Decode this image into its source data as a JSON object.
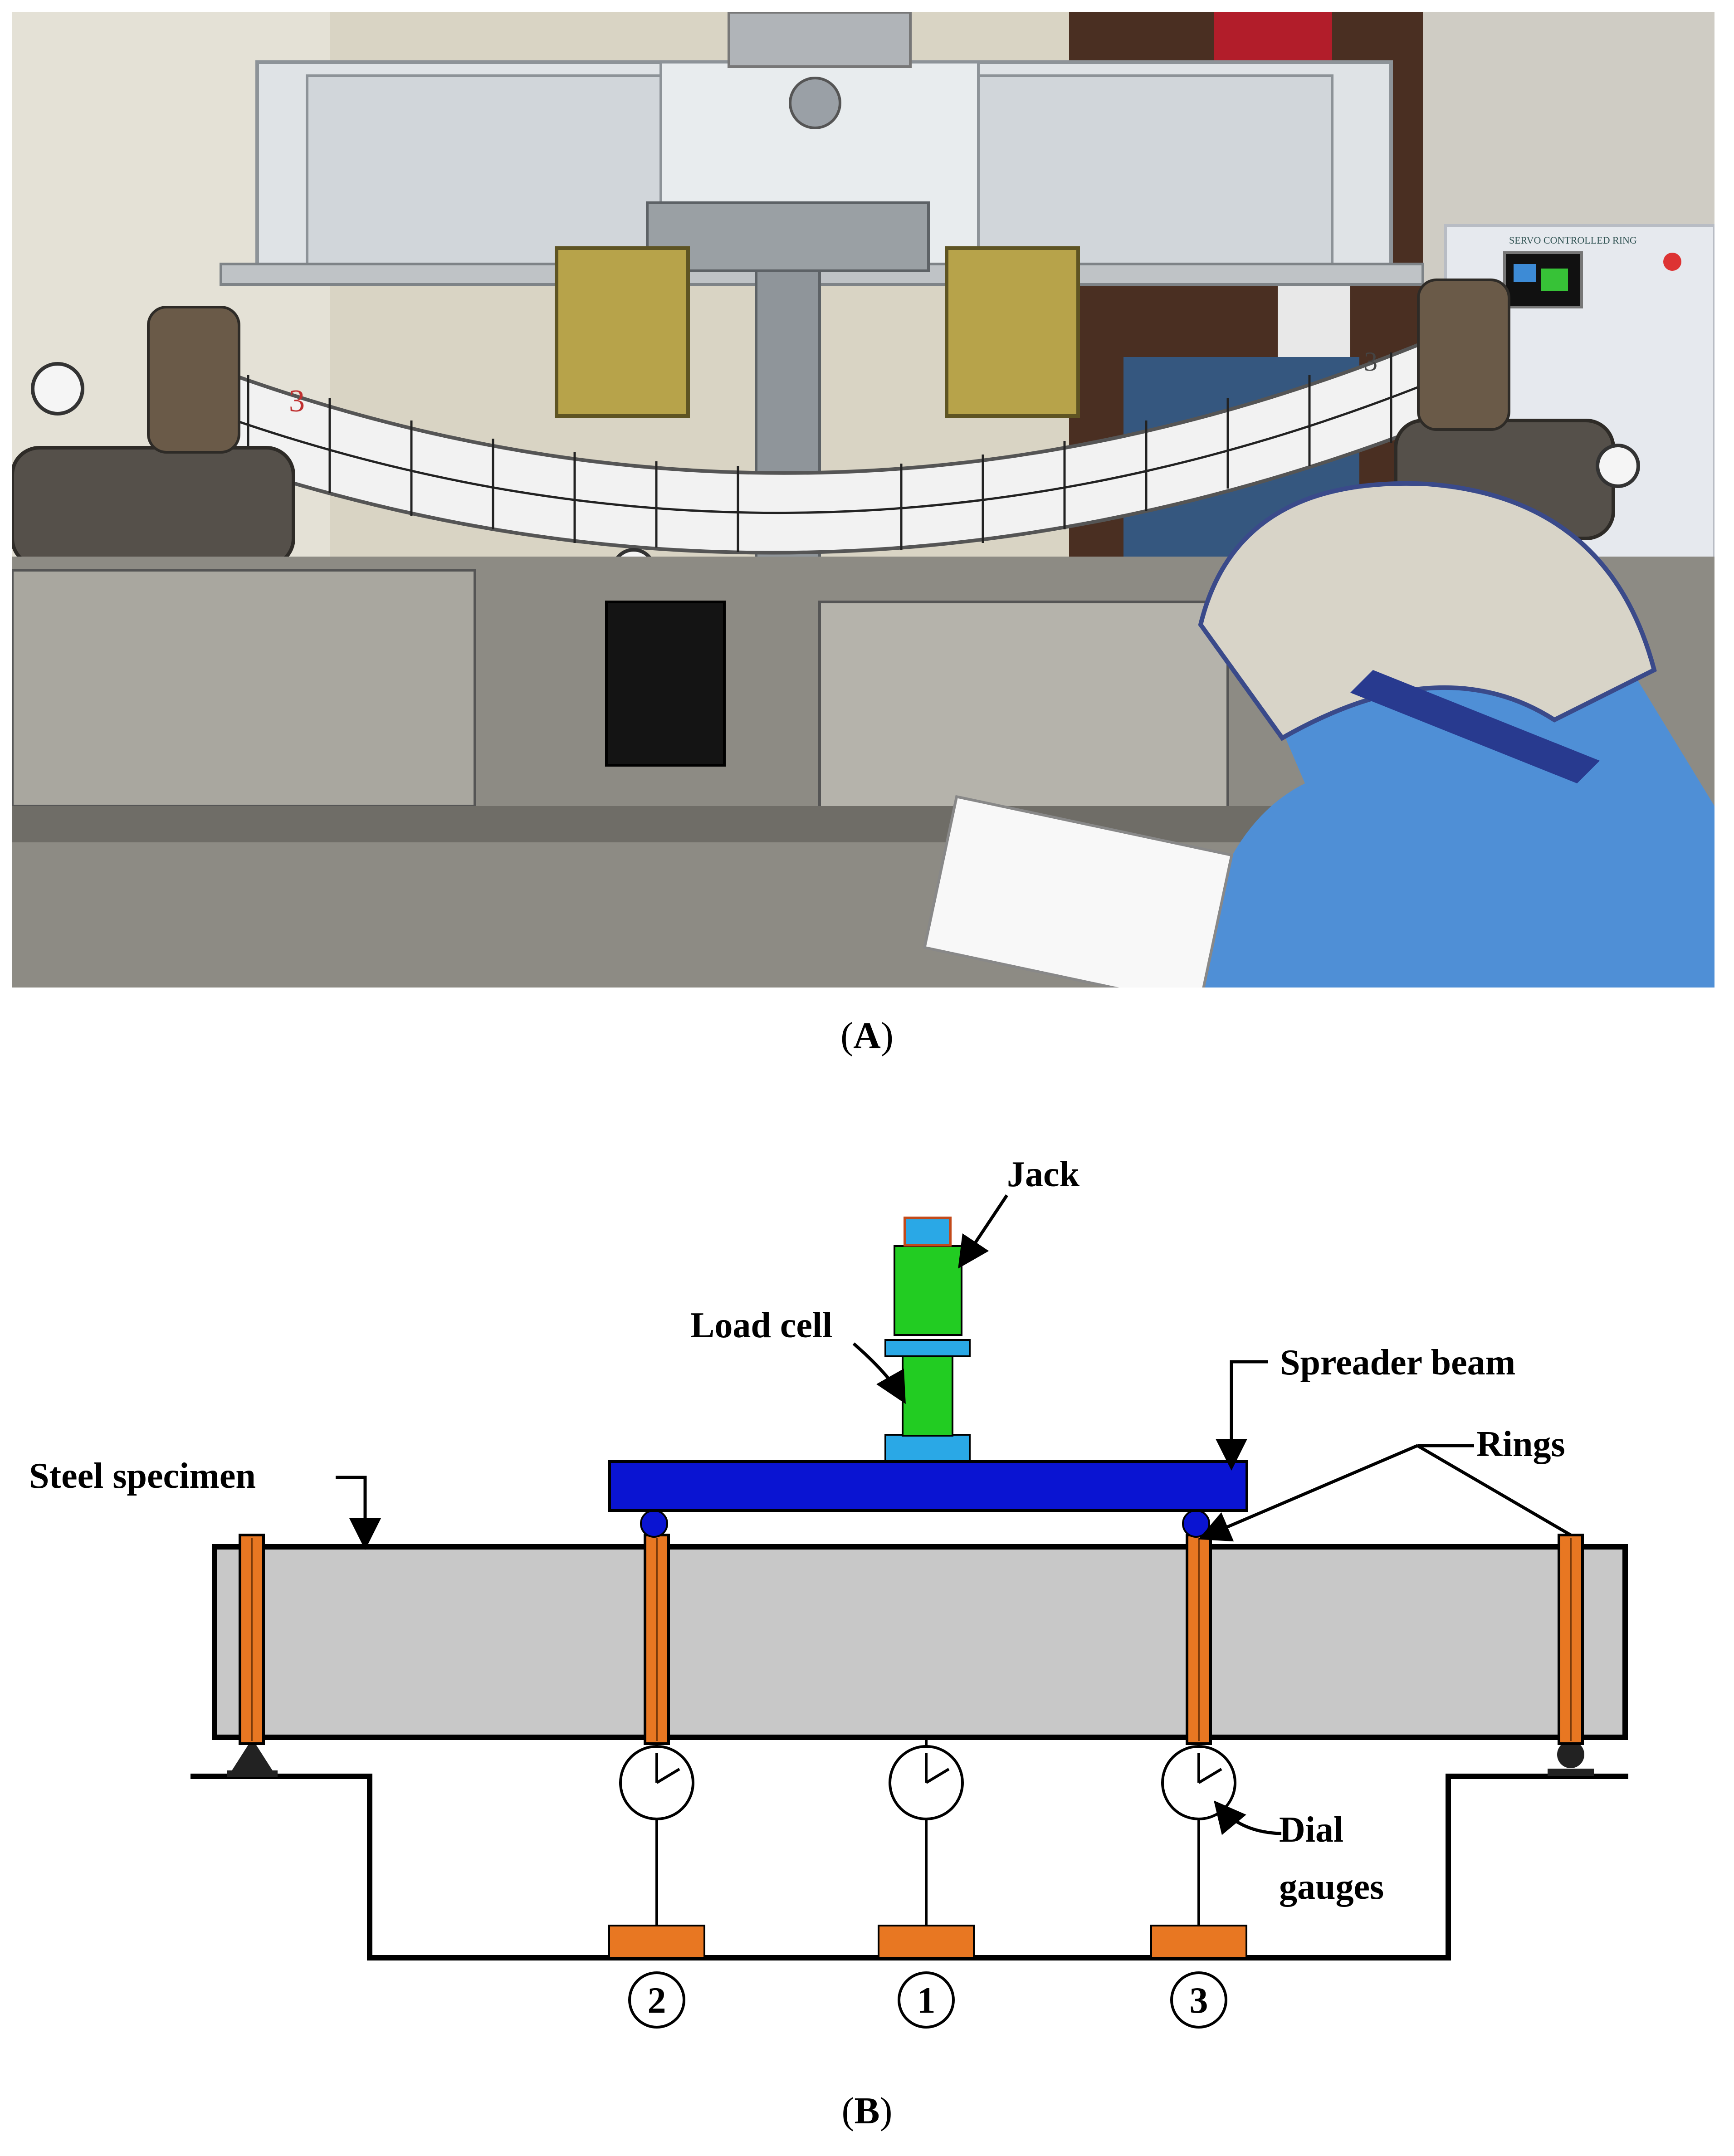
{
  "panel_a": {
    "caption_letter": "A",
    "specimen_marks": [
      "3",
      "3"
    ],
    "panel_sign_text": "SERVO CONTROLLED RING"
  },
  "panel_b": {
    "caption_letter": "B",
    "labels": {
      "jack": "Jack",
      "load_cell": "Load cell",
      "spreader_beam": "Spreader beam",
      "rings": "Rings",
      "steel_specimen": "Steel specimen",
      "dial_gauges_line1": "Dial",
      "dial_gauges_line2": "gauges"
    },
    "gauge_numbers": [
      "2",
      "1",
      "3"
    ]
  },
  "colors": {
    "beam_fill": "#c8c8c8",
    "ring_orange": "#e87722",
    "spreader_blue": "#0a14d2",
    "jack_green": "#22cc22",
    "cap_cyan": "#2aa8e6"
  }
}
